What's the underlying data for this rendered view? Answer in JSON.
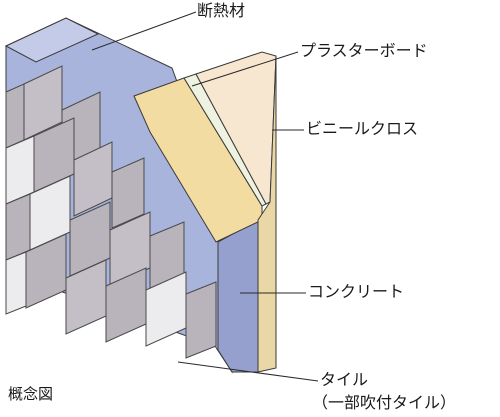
{
  "caption": "概念図",
  "labels": {
    "insulation": "断熱材",
    "plaster_board": "プラスターボード",
    "vinyl_cloth": "ビニールクロス",
    "concrete": "コンクリート",
    "tile": "タイル",
    "tile_note": "（一部吹付タイル）"
  },
  "colors": {
    "brick": "#b9b3bc",
    "brick_light": "#ececef",
    "concrete": "#a9b4dd",
    "concrete_side": "#95a0cf",
    "insulation": "#f2dca2",
    "plaster": "#eef2e0",
    "vinyl_cloth": "#f7e7d0",
    "line": "#3a3a3a"
  }
}
